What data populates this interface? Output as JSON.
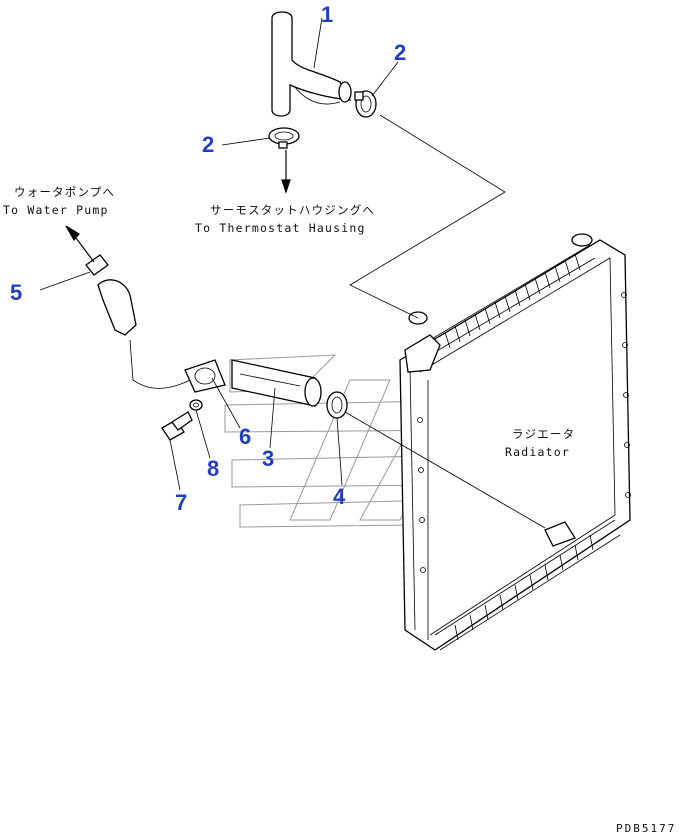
{
  "callouts": {
    "c1": "1",
    "c2a": "2",
    "c2b": "2",
    "c3": "3",
    "c4": "4",
    "c5": "5",
    "c6": "6",
    "c7": "7",
    "c8": "8"
  },
  "notes": {
    "water_pump_jp": "ウォータポンプへ",
    "water_pump_en": "To Water Pump",
    "thermostat_jp": "サーモスタットハウジングへ",
    "thermostat_en": "To Thermostat Hausing",
    "radiator_jp": "ラジエータ",
    "radiator_en": "Radiator"
  },
  "figure_code": "PDB5177",
  "colors": {
    "callout": "#1f3fbf",
    "line": "#000000",
    "watermark": "#999999"
  }
}
